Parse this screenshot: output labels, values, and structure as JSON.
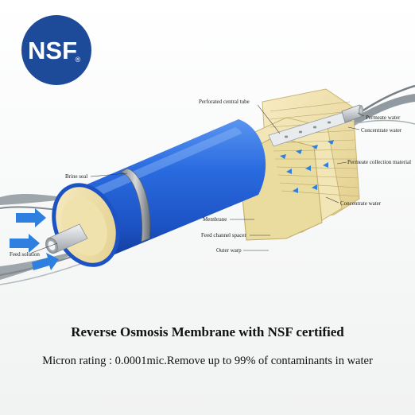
{
  "logo": {
    "text": "NSF",
    "registered_mark": "®",
    "color": "#1e4a9a"
  },
  "labels": {
    "perforated_central_tube": "Perforated central tube",
    "permeate_water": "Permeate water",
    "concentrate_water": "Concentrate water",
    "permeate_collection_material": "Permeate collection material",
    "brine_seal": "Brine seal",
    "membrane": "Membrane",
    "feed_channel_spacer": "Feed channel spacer",
    "outer_warp": "Outer warp",
    "feed_solution": "Feed solution"
  },
  "caption": {
    "title": "Reverse Osmosis Membrane with NSF certified",
    "detail": "Micron rating : 0.0001mic.Remove up to 99% of contaminants in water"
  },
  "colors": {
    "membrane_blue": "#1f5fd6",
    "wrap_cream": "#efe0a8",
    "arrow_blue": "#2f7fe0",
    "water": "#7f8a92"
  }
}
